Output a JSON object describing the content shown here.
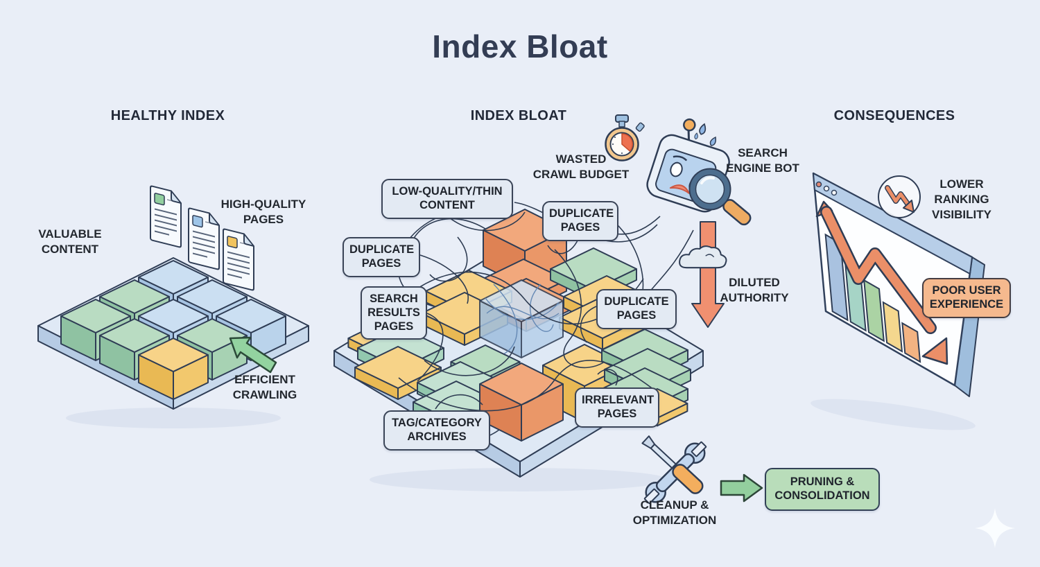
{
  "title": "Index Bloat",
  "palette": {
    "background": "#e9eef7",
    "outline": "#2f3d55",
    "healthy_green": "#93d3a0",
    "warning_orange": "#ef9470",
    "note_bg": "#e3eaf3",
    "note_orange_bg": "#f5b98e",
    "note_green_bg": "#b9ddba",
    "cube_blue": "#cbdff2",
    "cube_green": "#b9dcc2",
    "cube_yellow": "#f7d388",
    "cube_orange": "#f2a87c"
  },
  "sections": {
    "healthy": {
      "header": "HEALTHY INDEX",
      "valuable_content": "VALUABLE\nCONTENT",
      "high_quality_pages": "HIGH-QUALITY\nPAGES",
      "efficient_crawling": "EFFICIENT\nCRAWLING"
    },
    "bloat": {
      "header": "INDEX BLOAT",
      "wasted_crawl_budget": "WASTED\nCRAWL BUDGET",
      "search_engine_bot": "SEARCH\nENGINE BOT",
      "diluted_authority": "DILUTED\nAUTHORITY",
      "boxes": {
        "low_quality_thin_content": "LOW-QUALITY/THIN CONTENT",
        "duplicate_pages_left": "DUPLICATE PAGES",
        "duplicate_pages_top": "DUPLICATE PAGES",
        "duplicate_pages_right": "DUPLICATE PAGES",
        "search_results_pages": "SEARCH RESULTS PAGES",
        "tag_category_archives": "TAG/CATEGORY ARCHIVES",
        "irrelevant_pages": "IRRELEVANT PAGES"
      }
    },
    "consequences": {
      "header": "CONSEQUENCES",
      "lower_ranking_visibility": "LOWER\nRANKING\nVISIBILITY",
      "poor_user_experience": "POOR USER EXPERIENCE"
    },
    "remedy": {
      "cleanup_optimization": "CLEANUP &\nOPTIMIZATION",
      "pruning_consolidation": "PRUNING & CONSOLIDATION"
    }
  },
  "icons": {
    "stopwatch": "wasted-crawl-budget",
    "robot-magnifier": "search-engine-bot",
    "cloud-down-arrow": "diluted-authority",
    "declining-chart-window": "lower-rankings",
    "decline-badge": "ranking-drop",
    "wrench-screwdriver": "cleanup-tools",
    "green-up-arrow": "efficient-crawling",
    "green-right-arrow": "remedy-flow",
    "sparkle": "decoration"
  }
}
